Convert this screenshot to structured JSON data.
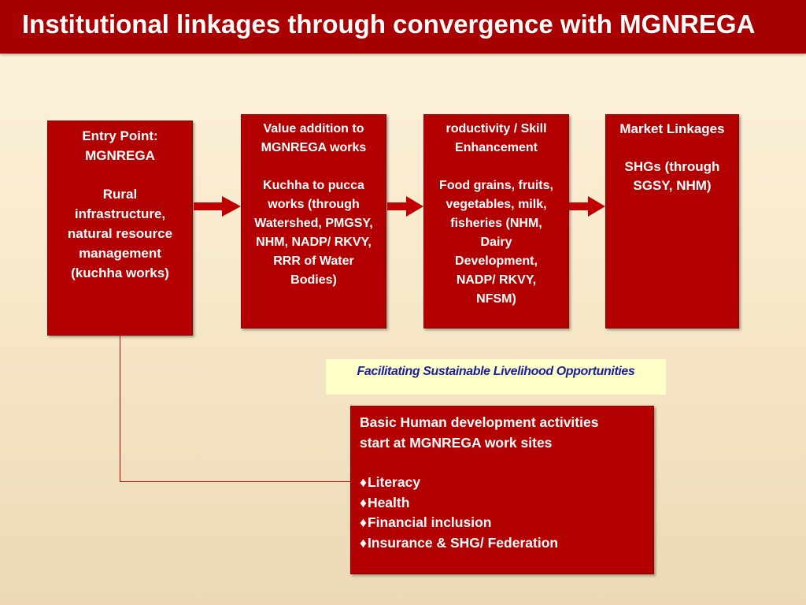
{
  "title": "Institutional linkages through convergence with MGNREGA",
  "boxes": {
    "entry": {
      "heading_line1": "Entry Point:",
      "heading_line2": "MGNREGA",
      "body_lines": [
        "Rural",
        "infrastructure,",
        "natural resource",
        "management",
        "(kuchha works)"
      ]
    },
    "value": {
      "heading_lines": [
        "Value addition to",
        "MGNREGA works"
      ],
      "body_lines": [
        "Kuchha to pucca",
        "works (through",
        "Watershed, PMGSY,",
        "NHM, NADP/ RKVY,",
        "RRR of Water",
        "Bodies)"
      ]
    },
    "productivity": {
      "heading_lines": [
        "roductivity / Skill",
        "Enhancement"
      ],
      "body_lines": [
        "Food grains, fruits,",
        "vegetables, milk,",
        "fisheries (NHM,",
        "Dairy",
        "Development,",
        "NADP/ RKVY,",
        "NFSM)"
      ]
    },
    "market": {
      "heading": "Market Linkages",
      "body_lines": [
        "SHGs (through",
        "SGSY, NHM)"
      ]
    }
  },
  "banner": "Facilitating Sustainable Livelihood Opportunities",
  "basic": {
    "heading_lines": [
      "Basic Human development activities",
      "start at MGNREGA work sites"
    ],
    "bullet_glyph": "♦",
    "items": [
      "Literacy",
      "Health",
      "Financial inclusion",
      "Insurance & SHG/ Federation"
    ]
  },
  "colors": {
    "title_bar": "#a80000",
    "box_fill": "#b30000",
    "banner_fill": "#ffffc8",
    "banner_text": "#1a1f9e"
  }
}
